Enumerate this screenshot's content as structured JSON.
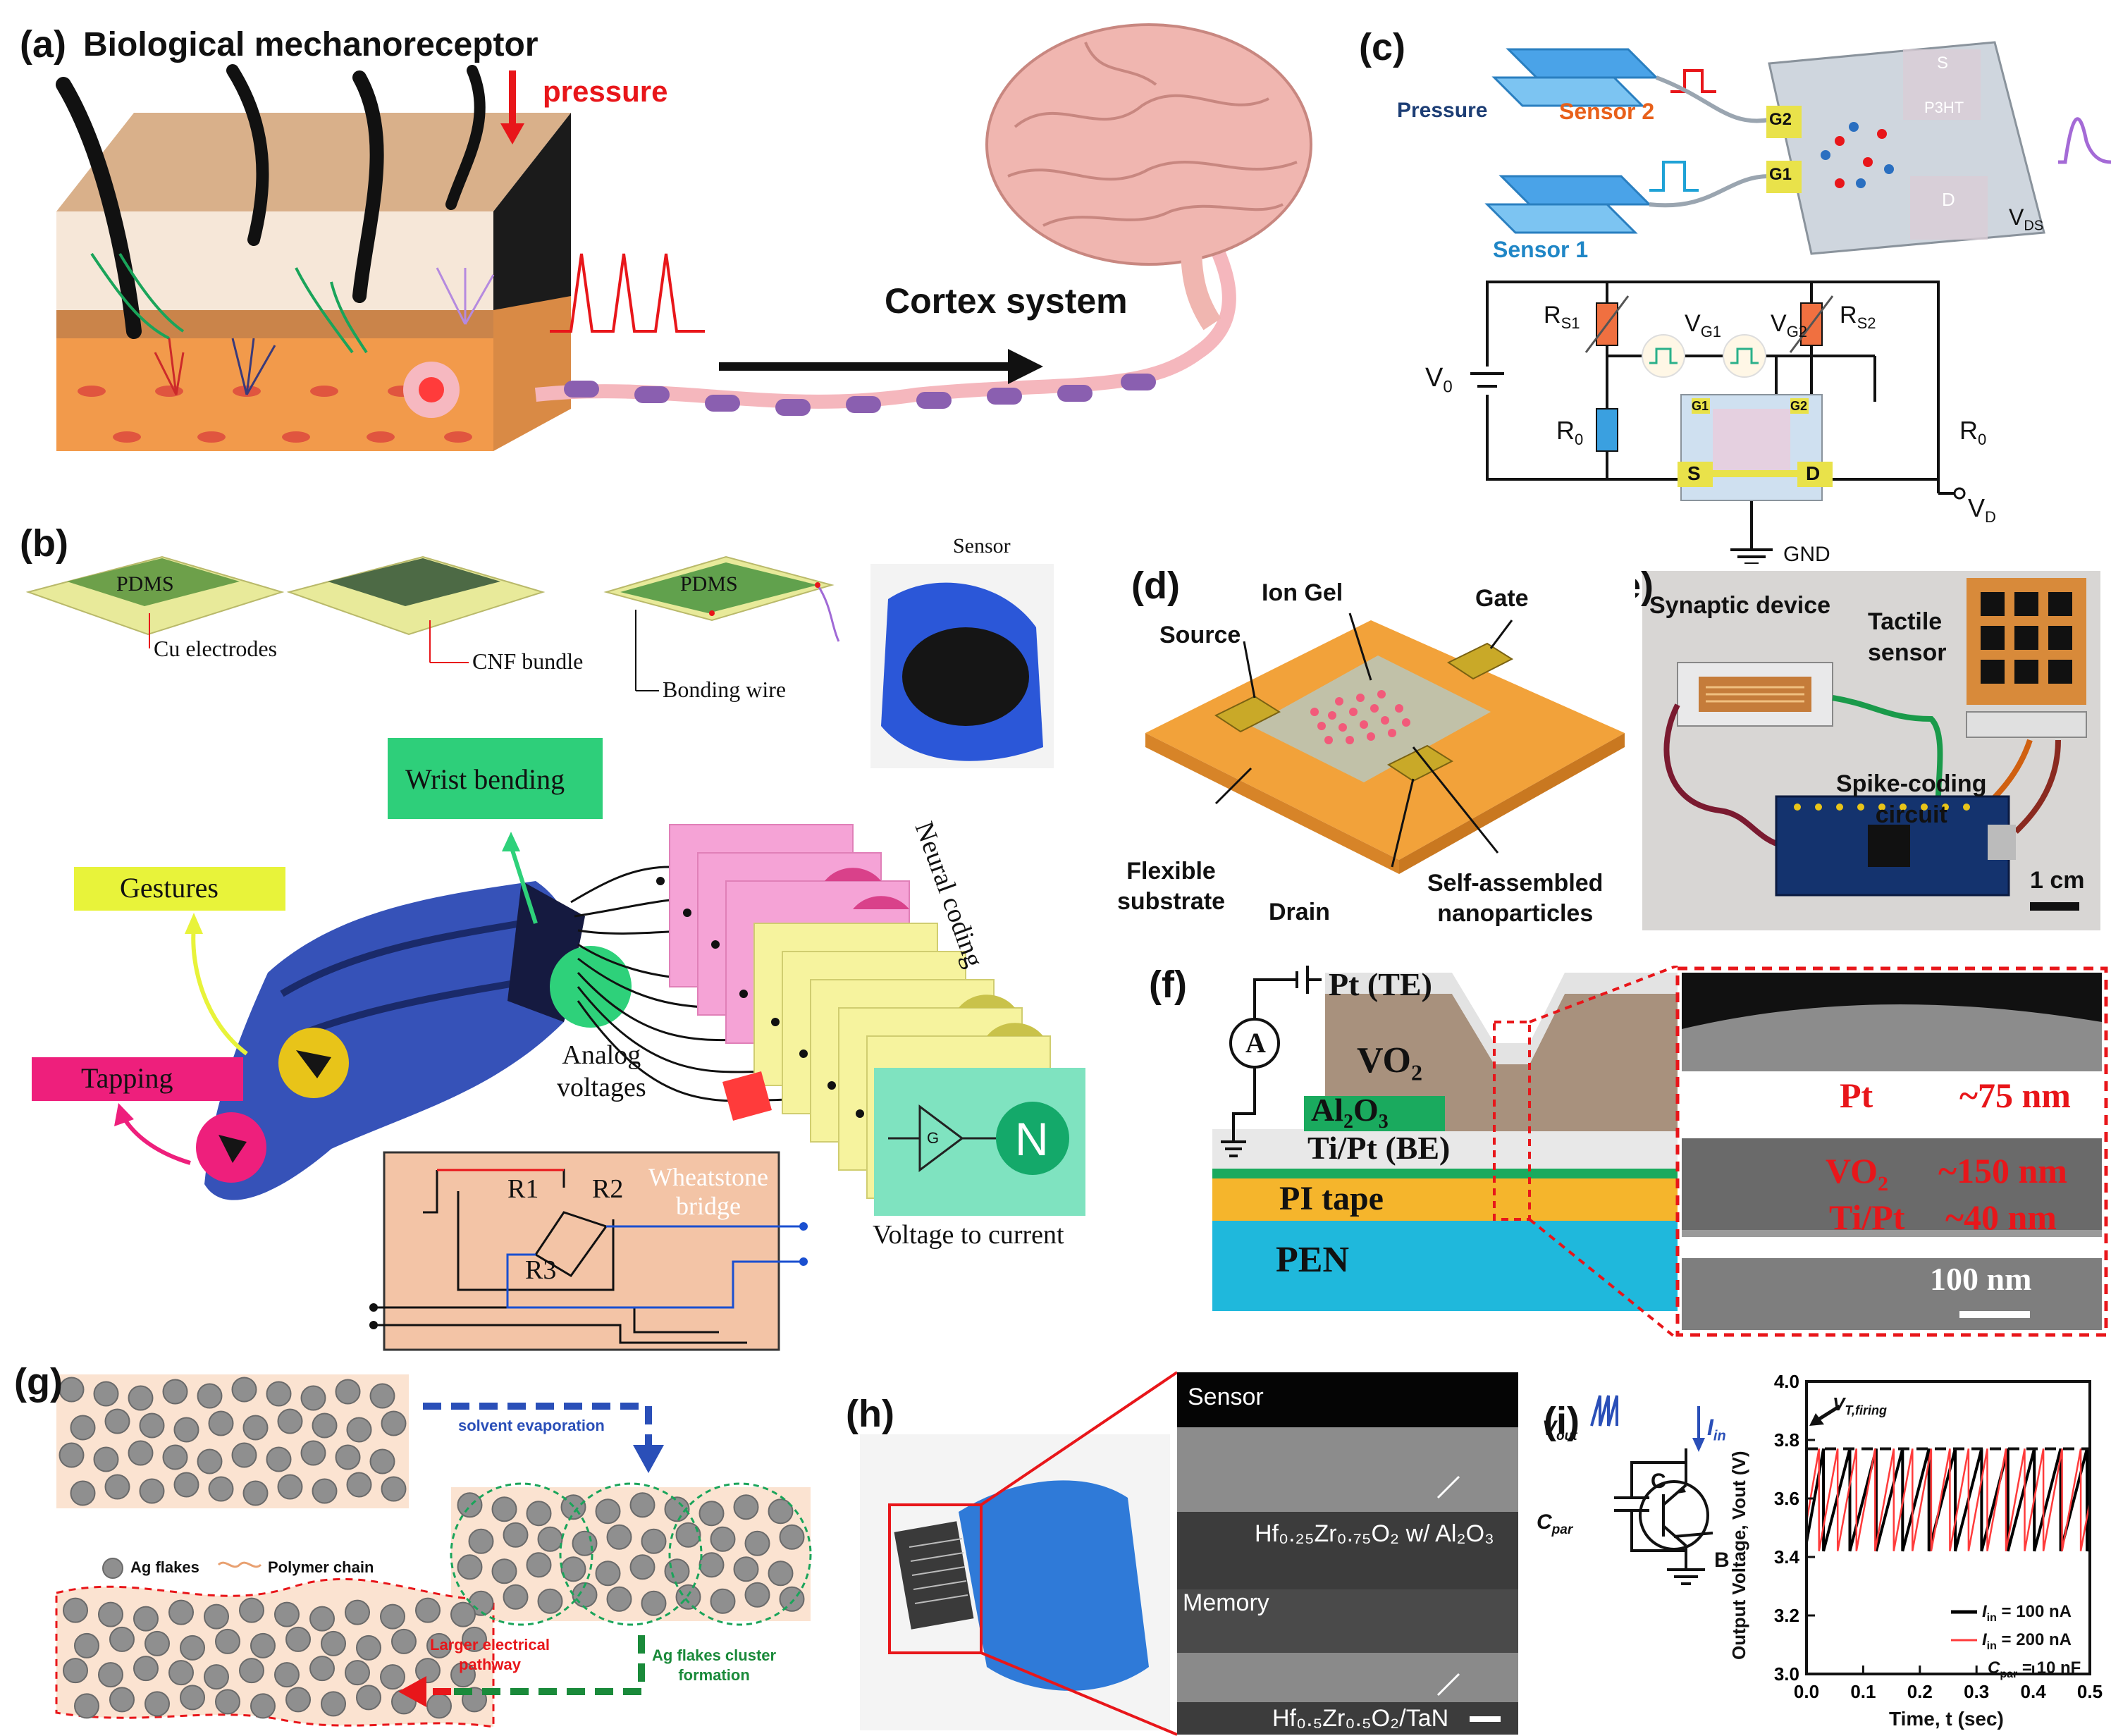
{
  "panel_a": {
    "label": "(a)",
    "title": "Biological mechanoreceptor",
    "pressure": "pressure",
    "cortex": "Cortex system"
  },
  "panel_b": {
    "label": "(b)",
    "pdms1": "PDMS",
    "pdms2": "PDMS",
    "cu_electrodes": "Cu electrodes",
    "cnf_bundle": "CNF bundle",
    "bonding_wire": "Bonding wire",
    "sensor": "Sensor",
    "wrist_bending": "Wrist bending",
    "gestures": "Gestures",
    "tapping": "Tapping",
    "analog_voltages": "Analog\nvoltages",
    "neural_coding": "Neural coding",
    "r1": "R1",
    "r2": "R2",
    "r3": "R3",
    "wheatstone": "Wheatstone\nbridge",
    "amp_g": "G",
    "neuron_n": "N",
    "v_to_i": "Voltage to current"
  },
  "panel_c": {
    "label": "(c)",
    "pressure": "Pressure",
    "sensor2": "Sensor 2",
    "sensor1": "Sensor 1",
    "g1": "G1",
    "g2": "G2",
    "s": "S",
    "d": "D",
    "p3ht": "P3HT",
    "vds": "V",
    "vds_sub": "DS",
    "rs1": "R",
    "rs1_sub": "S1",
    "rs2": "R",
    "rs2_sub": "S2",
    "vg1": "V",
    "vg1_sub": "G1",
    "vg2": "V",
    "vg2_sub": "G2",
    "v0": "V",
    "v0_sub": "0",
    "r0a": "R",
    "r0a_sub": "0",
    "r0b": "R",
    "r0b_sub": "0",
    "vd": "V",
    "vd_sub": "D",
    "gnd": "GND",
    "chip_s": "S",
    "chip_d": "D",
    "chip_g1": "G1",
    "chip_g2": "G2"
  },
  "panel_d": {
    "label": "(d)",
    "ion_gel": "Ion Gel",
    "gate": "Gate",
    "source": "Source",
    "flexible_substrate": "Flexible\nsubstrate",
    "drain": "Drain",
    "nanoparticles": "Self-assembled\nnanoparticles"
  },
  "panel_e": {
    "label": "(e)",
    "synaptic": "Synaptic device",
    "tactile": "Tactile\nsensor",
    "spike": "Spike-coding\ncircuit",
    "scale": "1 cm"
  },
  "panel_f": {
    "label": "(f)",
    "pt_te": "Pt (TE)",
    "ammeter": "A",
    "vo2": "VO",
    "vo2_sub": "2",
    "al2o3_a": "Al",
    "al2o3_sub1": "2",
    "al2o3_b": "O",
    "al2o3_sub2": "3",
    "ti_pt_be": "Ti/Pt (BE)",
    "pi_tape": "PI tape",
    "pen": "PEN",
    "tem_pt": "Pt",
    "tem_pt_thk": "~75 nm",
    "tem_vo2": "VO",
    "tem_vo2_sub": "2",
    "tem_vo2_thk": "~150 nm",
    "tem_tipt": "Ti/Pt",
    "tem_tipt_thk": "~40 nm",
    "tem_scale": "100 nm"
  },
  "panel_g": {
    "label": "(g)",
    "solvent": "solvent evaporation",
    "ag_flakes": "Ag flakes",
    "polymer": "Polymer chain",
    "larger_path": "Larger electrical\npathway",
    "cluster": "Ag flakes cluster\nformation"
  },
  "panel_h": {
    "label": "(h)",
    "sensor": "Sensor",
    "hzo_top": "Hf",
    "hzo_top_full": "Hf₀.₂₅Zr₀.₇₅O₂ w/ Al₂O₃",
    "memory": "Memory",
    "hzo_bottom_full": "Hf₀.₅Zr₀.₅O₂/TaN"
  },
  "panel_i": {
    "label": "(i)",
    "vout": "V",
    "vout_sub": "out",
    "iin": "I",
    "iin_sub": "in",
    "c": "C",
    "cpar": "C",
    "cpar_sub": "par",
    "b": "B"
  },
  "colors": {
    "pink": "#f5a3d6",
    "yellow": "#f6f39e",
    "green_box": "#2ecf7a",
    "gestures_box": "#e8f33a",
    "tapping_box": "#ee1f7c",
    "wheatstone_bg": "#f3c4a6",
    "vc_box": "#7fe3c0",
    "pi_tape": "#f5b52c",
    "pen": "#1fb8dc",
    "al2o3": "#1aaa5e",
    "vo2": "#a8917d",
    "red_text": "#e8161a"
  },
  "chart_data": {
    "type": "line",
    "title": "",
    "xlabel": "Time, t (sec)",
    "ylabel": "Output Voltage, Vout (V)",
    "xlim": [
      0.0,
      0.5
    ],
    "ylim": [
      3.0,
      4.0
    ],
    "xticks": [
      "0.0",
      "0.1",
      "0.2",
      "0.3",
      "0.4",
      "0.5"
    ],
    "yticks": [
      "3.0",
      "3.2",
      "3.4",
      "3.6",
      "3.8",
      "4.0"
    ],
    "threshold_label": "V",
    "threshold_label_sub": "T,firing",
    "threshold": 3.77,
    "reset": 3.42,
    "series": [
      {
        "name": "I",
        "name_sub": "in",
        "name_rest": " = 100 nA",
        "color": "#000000",
        "period": 0.0465
      },
      {
        "name": "I",
        "name_sub": "in",
        "name_rest": " = 200 nA",
        "color": "#ff3b3b",
        "period": 0.033
      }
    ],
    "annotation": "C",
    "annotation_sub": "par",
    "annotation_rest": " = 10 nF",
    "legend_position": "bottom-right"
  }
}
